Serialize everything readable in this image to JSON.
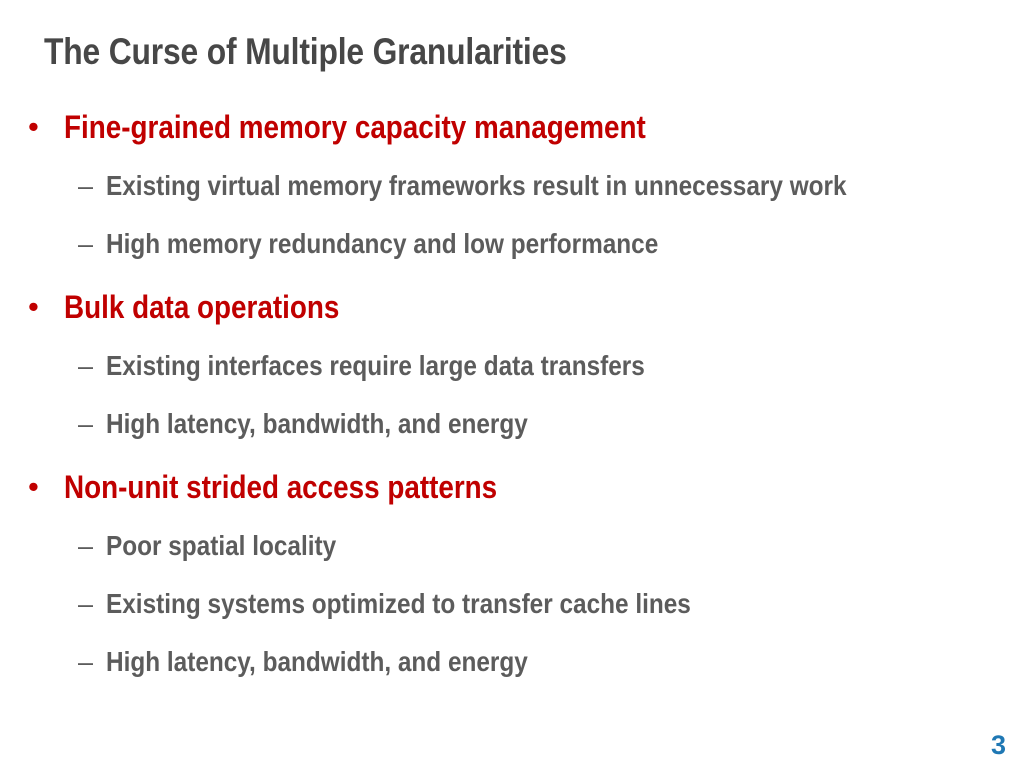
{
  "slide": {
    "title": "The Curse of Multiple Granularities",
    "page_number": "3",
    "background_color": "#FFFFFF",
    "title_color": "#474747",
    "level1_color": "#C00000",
    "level2_color": "#5C5C5C",
    "page_number_color": "#1F78B4",
    "level1_marker": "•",
    "level2_marker": "–"
  },
  "content": {
    "groups": [
      {
        "heading": "Fine-grained memory capacity management",
        "sub": [
          "Existing virtual memory frameworks result in unnecessary work",
          "High memory redundancy and low performance"
        ]
      },
      {
        "heading": "Bulk data operations",
        "sub": [
          "Existing interfaces require large data transfers",
          "High latency, bandwidth, and energy"
        ]
      },
      {
        "heading": "Non-unit strided access patterns",
        "sub": [
          "Poor spatial locality",
          "Existing systems optimized to transfer cache lines",
          "High latency, bandwidth, and energy"
        ]
      }
    ]
  }
}
